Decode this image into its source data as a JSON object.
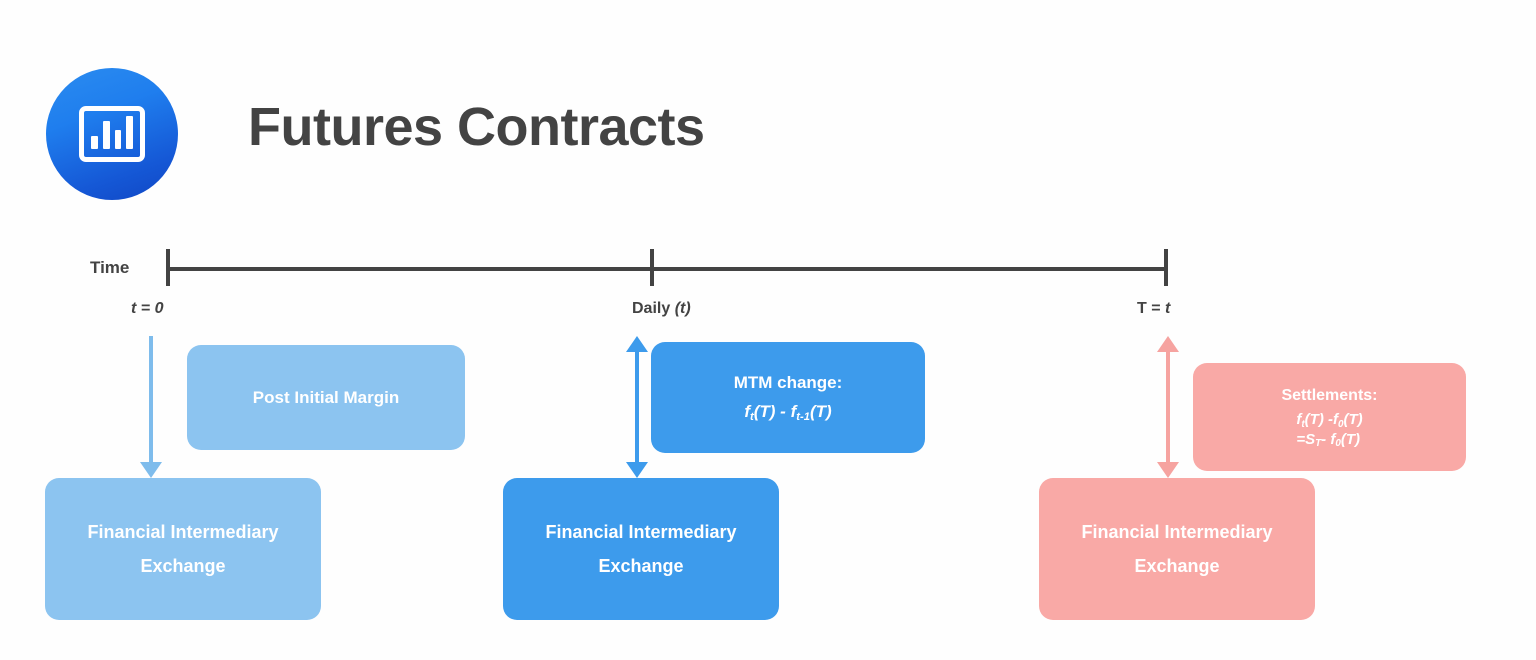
{
  "header": {
    "logo_icon": "bar-chart-icon",
    "title": "Futures Contracts"
  },
  "timeline": {
    "axis_label": "Time",
    "ticks": [
      {
        "caption_main": "t = 0",
        "caption_sub": ""
      },
      {
        "caption_main": "Daily",
        "caption_sub": "(t)"
      },
      {
        "caption_main": "T = ",
        "caption_sub": "t"
      }
    ]
  },
  "arrows": [
    {
      "name": "post-margin-arrow",
      "direction": "down",
      "color": "#7ebcec"
    },
    {
      "name": "mtm-arrow",
      "direction": "both",
      "color": "#3d9bec"
    },
    {
      "name": "settlement-arrow",
      "direction": "both",
      "color": "#f6a3a0"
    }
  ],
  "stages": [
    {
      "id": "initial",
      "action_box": {
        "title": "Post Initial Margin",
        "color": "#8cc4f0"
      },
      "entity_box": {
        "line1": "Financial Intermediary",
        "line2": "Exchange",
        "color": "#8cc4f0"
      }
    },
    {
      "id": "daily",
      "action_box": {
        "title": "MTM change:",
        "formula_line1_a": "f",
        "formula_line1_sub_a": "t",
        "formula_line1_b": "(T) - ",
        "formula_line1_c": "f",
        "formula_line1_sub_c": "t-1",
        "formula_line1_d": "(T)",
        "color": "#3d9bec"
      },
      "entity_box": {
        "line1": "Financial Intermediary",
        "line2": "Exchange",
        "color": "#3d9bec"
      }
    },
    {
      "id": "settlement",
      "action_box": {
        "title": "Settlements:",
        "formula_row1": {
          "a": "f",
          "sub_a": "t",
          "b": "(T) -",
          "c": "f",
          "sub_c": "0",
          "d": "(T)"
        },
        "formula_row2": {
          "a": "=S",
          "sub_a": "T",
          "b": "- ",
          "c": "f",
          "sub_c": "0",
          "d": "(T)"
        },
        "color": "#f9a9a6"
      },
      "entity_box": {
        "line1": "Financial Intermediary",
        "line2": "Exchange",
        "color": "#f9a9a6"
      }
    }
  ],
  "palette": {
    "background": "#fefefe",
    "text_dark": "#434343",
    "light_blue": "#8cc4f0",
    "blue": "#3d9bec",
    "pink": "#f9a9a6",
    "logo_blue_start": "#2b8cf0",
    "logo_blue_end": "#1046c4"
  }
}
